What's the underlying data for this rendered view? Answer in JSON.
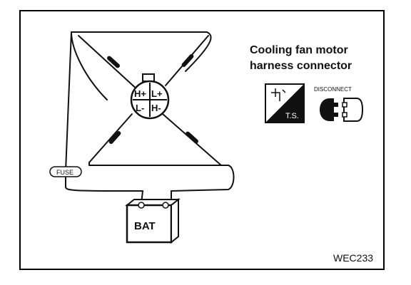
{
  "title": {
    "line1": "Cooling fan motor",
    "line2": "harness connector"
  },
  "icons": {
    "ts_label": "T.S.",
    "disconnect_label": "DISCONNECT"
  },
  "circuit": {
    "fuse_label": "FUSE",
    "battery_label": "BAT",
    "terminals": [
      "H+",
      "L+",
      "L-",
      "H-"
    ]
  },
  "reference_code": "WEC233",
  "colors": {
    "ink": "#111111",
    "background": "#ffffff"
  }
}
